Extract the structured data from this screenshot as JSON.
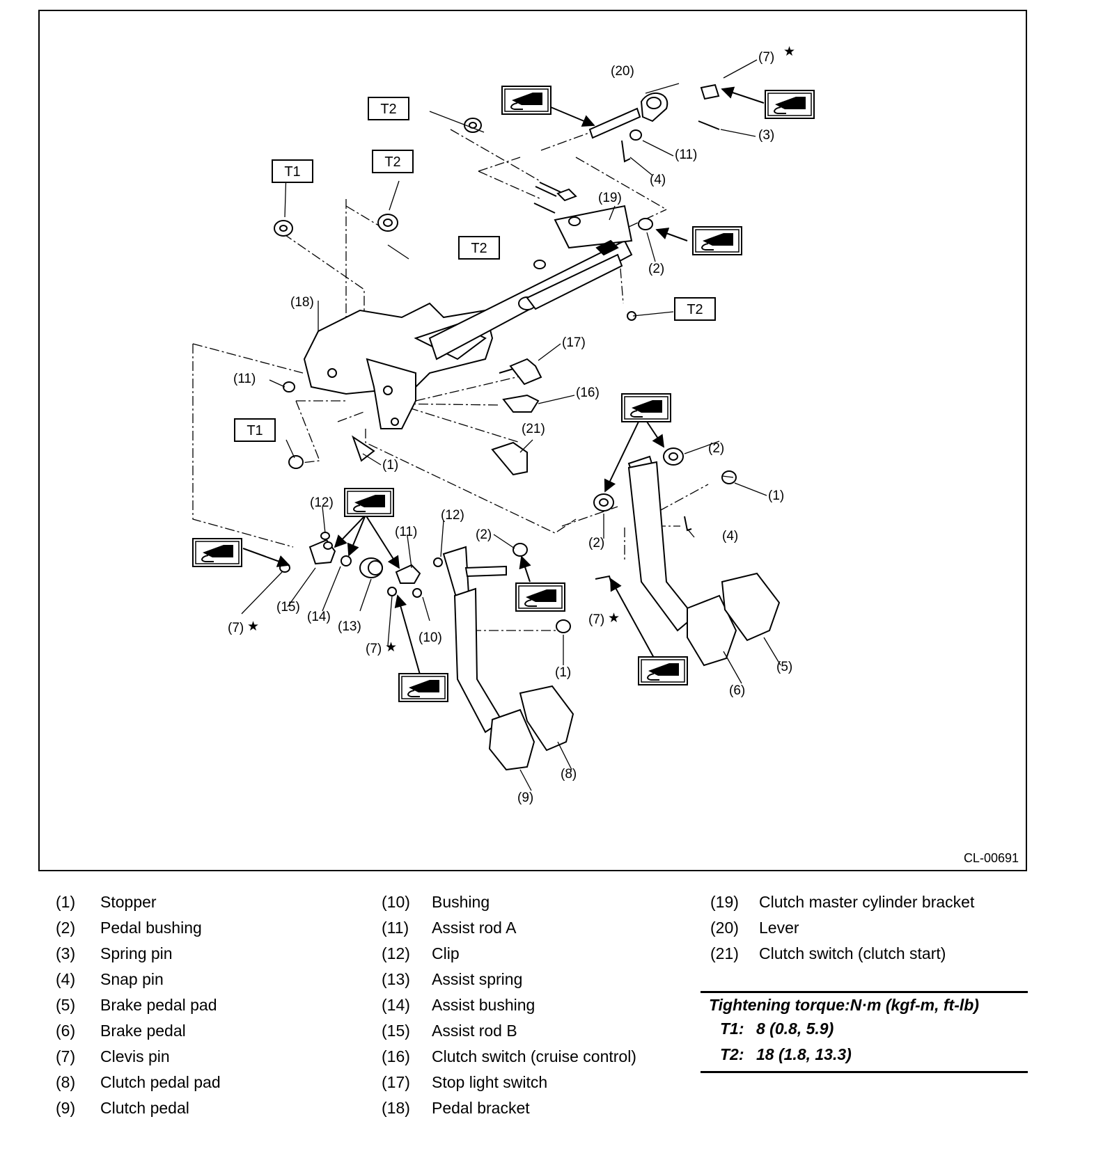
{
  "diagram": {
    "reference_code": "CL-00691",
    "torque_boxes": {
      "t1": "T1",
      "t2": "T2"
    },
    "callouts": {
      "c1": "(1)",
      "c2": "(2)",
      "c3": "(3)",
      "c4": "(4)",
      "c5": "(5)",
      "c6": "(6)",
      "c7": "(7)",
      "c8": "(8)",
      "c9": "(9)",
      "c10": "(10)",
      "c11": "(11)",
      "c12": "(12)",
      "c13": "(13)",
      "c14": "(14)",
      "c15": "(15)",
      "c16": "(16)",
      "c17": "(17)",
      "c18": "(18)",
      "c19": "(19)",
      "c20": "(20)",
      "c21": "(21)"
    },
    "star_symbol": "★",
    "grease_icon": "grease-application-icon"
  },
  "legend": {
    "column1": [
      {
        "num": "(1)",
        "name": "Stopper"
      },
      {
        "num": "(2)",
        "name": "Pedal bushing"
      },
      {
        "num": "(3)",
        "name": "Spring pin"
      },
      {
        "num": "(4)",
        "name": "Snap pin"
      },
      {
        "num": "(5)",
        "name": "Brake pedal pad"
      },
      {
        "num": "(6)",
        "name": "Brake pedal"
      },
      {
        "num": "(7)",
        "name": "Clevis pin"
      },
      {
        "num": "(8)",
        "name": "Clutch pedal pad"
      },
      {
        "num": "(9)",
        "name": "Clutch pedal"
      }
    ],
    "column2": [
      {
        "num": "(10)",
        "name": "Bushing"
      },
      {
        "num": "(11)",
        "name": "Assist rod A"
      },
      {
        "num": "(12)",
        "name": "Clip"
      },
      {
        "num": "(13)",
        "name": "Assist spring"
      },
      {
        "num": "(14)",
        "name": "Assist bushing"
      },
      {
        "num": "(15)",
        "name": "Assist rod B"
      },
      {
        "num": "(16)",
        "name": "Clutch switch (cruise control)"
      },
      {
        "num": "(17)",
        "name": "Stop light switch"
      },
      {
        "num": "(18)",
        "name": "Pedal bracket"
      }
    ],
    "column3": [
      {
        "num": "(19)",
        "name": "Clutch master cylinder bracket"
      },
      {
        "num": "(20)",
        "name": "Lever"
      },
      {
        "num": "(21)",
        "name": "Clutch switch (clutch start)"
      }
    ]
  },
  "torque": {
    "title": "Tightening torque:N·m (kgf-m, ft-lb)",
    "rows": [
      {
        "key": "T1:",
        "value": "8 (0.8, 5.9)"
      },
      {
        "key": "T2:",
        "value": "18 (1.8, 13.3)"
      }
    ]
  }
}
